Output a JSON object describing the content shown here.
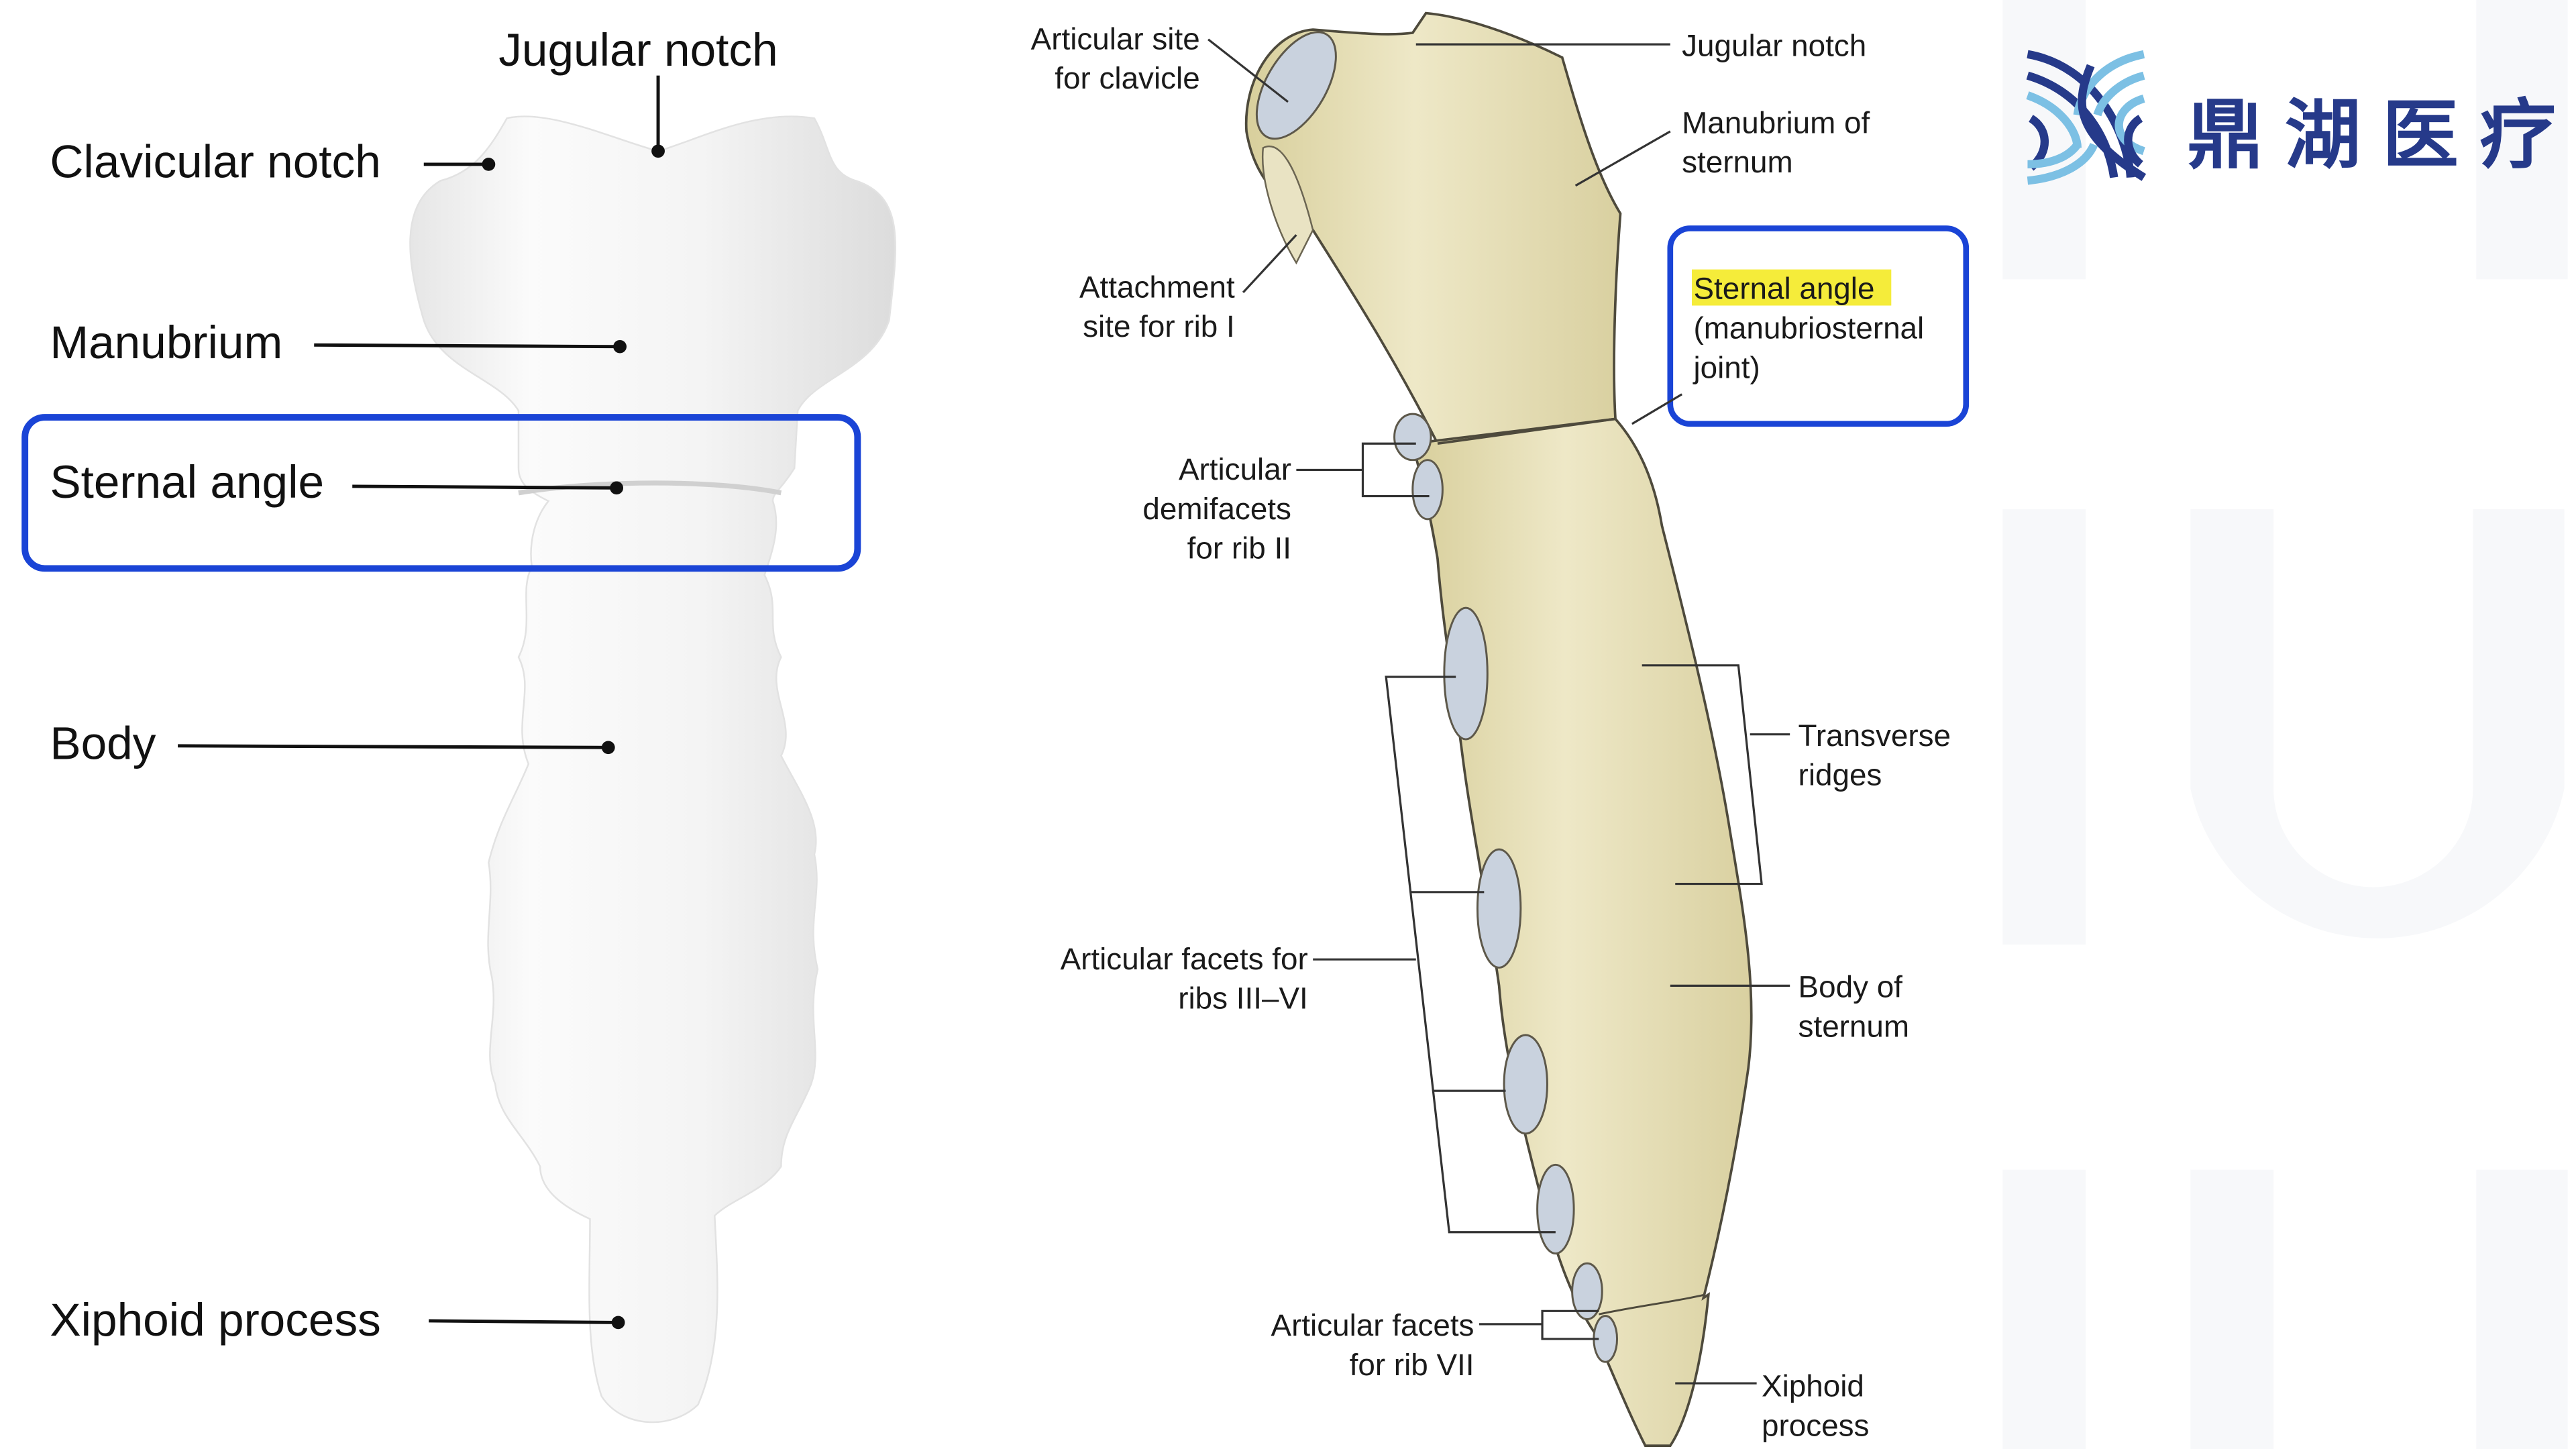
{
  "left_diagram": {
    "labels": {
      "jugular_notch": "Jugular notch",
      "clavicular_notch": "Clavicular notch",
      "manubrium": "Manubrium",
      "sternal_angle": "Sternal angle",
      "body": "Body",
      "xiphoid_process": "Xiphoid process"
    },
    "highlight_color": "#1a44d6"
  },
  "right_diagram": {
    "labels": {
      "articular_site_clavicle": [
        "Articular site",
        "for clavicle"
      ],
      "jugular_notch": "Jugular notch",
      "manubrium_of_sternum": [
        "Manubrium of",
        "sternum"
      ],
      "attachment_rib1": [
        "Attachment",
        "site for rib I"
      ],
      "sternal_angle": [
        "Sternal angle",
        "(manubriosternal",
        "joint)"
      ],
      "demifacets_rib2": [
        "Articular",
        "demifacets",
        "for rib II"
      ],
      "transverse_ridges": [
        "Transverse",
        "ridges"
      ],
      "facets_ribs_3_6": [
        "Articular facets for",
        "ribs III–VI"
      ],
      "body_of_sternum": [
        "Body of",
        "sternum"
      ],
      "facets_rib7": [
        "Articular facets",
        "for rib VII"
      ],
      "xiphoid_process": [
        "Xiphoid",
        "process"
      ]
    },
    "bone_color": "#e6dfb6",
    "facet_color": "#c9d2de",
    "highlight_yellow": "#f5ec3a"
  },
  "logo": {
    "text": "鼎湖医疗",
    "dark_blue": "#263a8a",
    "light_blue": "#7cc0e4"
  }
}
